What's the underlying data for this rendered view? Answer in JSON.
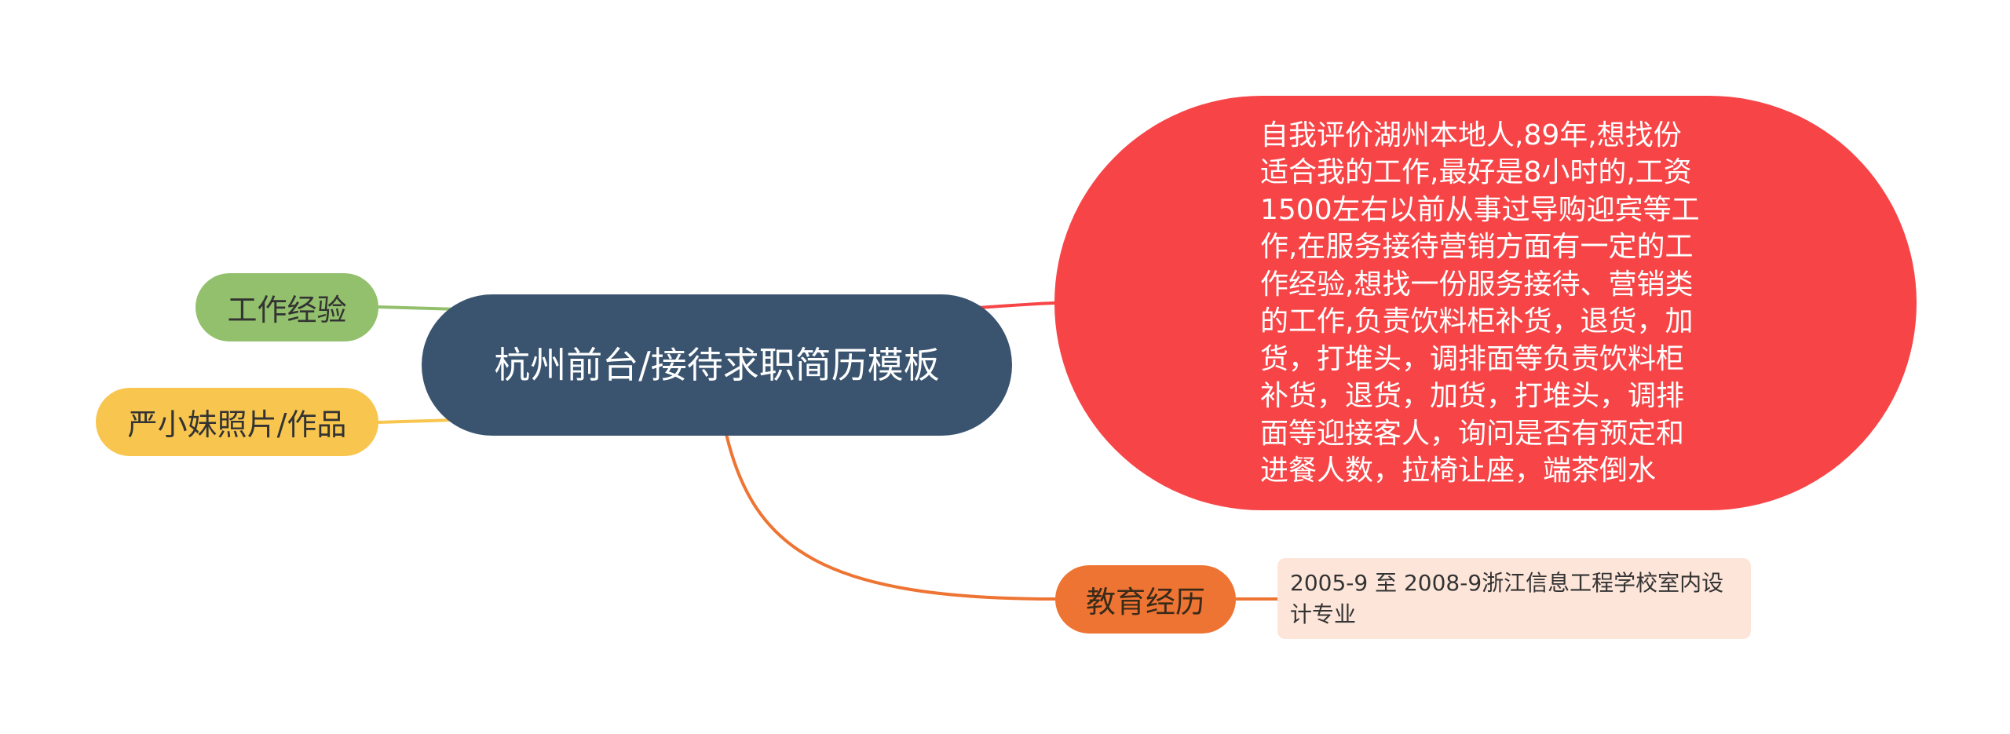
{
  "mindmap": {
    "central": {
      "label": "杭州前台/接待求职简历模板",
      "color": "#3a5470"
    },
    "branches": [
      {
        "label": "工作经验",
        "color": "#93c06c"
      },
      {
        "label": "严小妹照片/作品",
        "color": "#f8c64f"
      },
      {
        "label": "自我评价湖州本地人,89年,想找份适合我的工作,最好是8小时的,工资1500左右以前从事过导购迎宾等工作,在服务接待营销方面有一定的工作经验,想找一份服务接待、营销类的工作,负责饮料柜补货，退货，加货，打堆头，调排面等负责饮料柜补货，退货，加货，打堆头，调排面等迎接客人，询问是否有预定和进餐人数，拉椅让座，端茶倒水",
        "color": "#f74547"
      },
      {
        "label": "教育经历",
        "color": "#ee7433",
        "child": {
          "label": "2005-9 至 2008-9浙江信息工程学校室内设计专业",
          "color": "#fde5d9"
        }
      }
    ]
  }
}
